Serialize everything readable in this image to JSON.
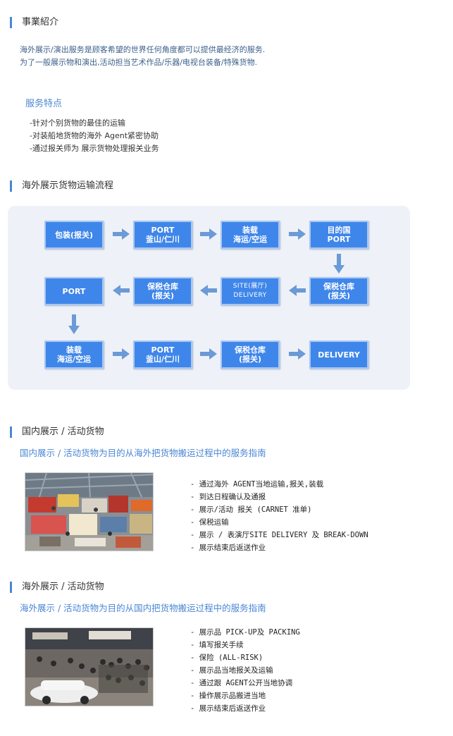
{
  "intro": {
    "title": "事業紹介",
    "lines": [
      "海外展示/演出服务是顾客希望的世界任何角度都可以提供最经济的服务.",
      "为了一般展示物和演出,活动担当艺术作品/乐器/电视台装备/特殊货物."
    ]
  },
  "features": {
    "title": "服务特点",
    "items": [
      "-针对个别货物的最佳的运输",
      "-对装船地货物的海外 Agent紧密协助",
      "-通过报关师为 展示货物处理报关业务"
    ]
  },
  "flow": {
    "title": "海外展示货物运输流程",
    "row1": [
      {
        "line1": "包装(报关)",
        "line2": ""
      },
      {
        "line1": "PORT",
        "line2": "釜山/仁川"
      },
      {
        "line1": "装载",
        "line2": "海运/空运"
      },
      {
        "line1": "目的国",
        "line2": "PORT"
      }
    ],
    "row2": [
      {
        "line1": "PORT",
        "line2": ""
      },
      {
        "line1": "保税仓库",
        "line2": "(报关)"
      },
      {
        "line1": "SITE(展厅)",
        "line2": "DELIVERY"
      },
      {
        "line1": "保税仓库",
        "line2": "(报关)"
      }
    ],
    "row3": [
      {
        "line1": "装载",
        "line2": "海运/空运"
      },
      {
        "line1": "PORT",
        "line2": "釜山/仁川"
      },
      {
        "line1": "保税仓库",
        "line2": "(报关)"
      },
      {
        "line1": "DELIVERY",
        "line2": ""
      }
    ]
  },
  "domestic": {
    "title": "国内展示 / 活动货物",
    "headline": "国内展示 / 活动货物为目的从海外把货物搬运过程中的服务指南",
    "items": [
      "- 通过海外 AGENT当地运输,报关,装载",
      "- 到达日程确认及通报",
      "- 展示/活动 报关 (CARNET 准单)",
      "- 保税运输",
      "- 展示 / 表演厅SITE DELIVERY 及 BREAK-DOWN",
      "- 展示结束后返送作业"
    ]
  },
  "overseas": {
    "title": "海外展示 / 活动货物",
    "headline": "海外展示 / 活动货物为目的从国内把货物搬运过程中的服务指南",
    "items": [
      "- 展示品 PICK-UP及 PACKING",
      "- 填写报关手续",
      "- 保险 (ALL-RISK)",
      "- 展示品当地报关及运输",
      "- 通过跟 AGENT公开当地协调",
      "- 操作展示品搬进当地",
      "- 展示结束后返送作业"
    ]
  },
  "colors": {
    "accent": "#4a86d4",
    "box_fill": "#3f86ea",
    "panel_bg": "#eef2f8"
  },
  "icons": [
    "arrow-right-icon",
    "arrow-left-icon",
    "arrow-down-icon"
  ]
}
